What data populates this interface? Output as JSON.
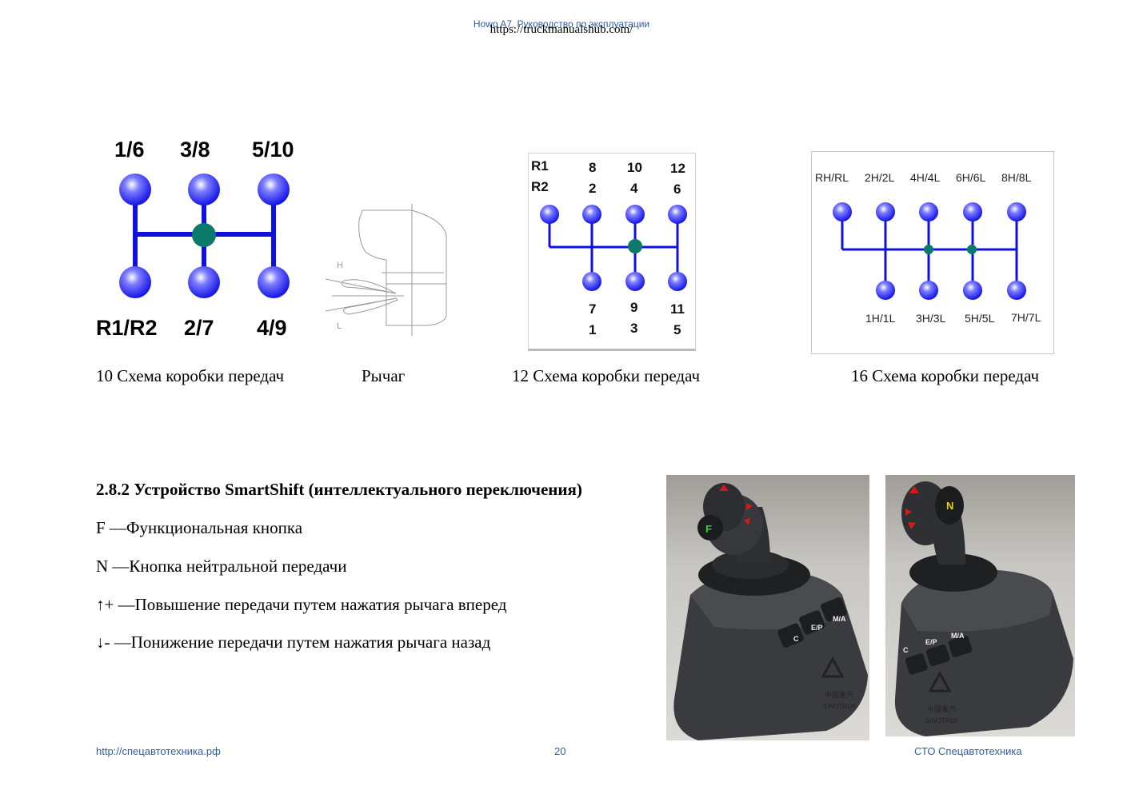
{
  "header": {
    "title": "Howo A7. Руководство по эксплуатации",
    "url": "https://truckmanualshub.com/"
  },
  "diagram10": {
    "top_labels": [
      "1/6",
      "3/8",
      "5/10"
    ],
    "bottom_labels": [
      "R1/R2",
      "2/7",
      "4/9"
    ]
  },
  "lever": {
    "h_label": "H",
    "l_label": "L"
  },
  "diagram12": {
    "r_labels": [
      "R1",
      "R2"
    ],
    "top_pairs": [
      [
        "8",
        "2"
      ],
      [
        "10",
        "4"
      ],
      [
        "12",
        "6"
      ]
    ],
    "bottom_pairs": [
      [
        "7",
        "1"
      ],
      [
        "9",
        "3"
      ],
      [
        "11",
        "5"
      ]
    ]
  },
  "diagram16": {
    "top_labels": [
      "RH/RL",
      "2H/2L",
      "4H/4L",
      "6H/6L",
      "8H/8L"
    ],
    "bottom_labels": [
      "1H/1L",
      "3H/3L",
      "5H/5L",
      "7H/7L"
    ]
  },
  "captions": {
    "c10": "10 Схема коробки передач",
    "lever": "Рычаг",
    "c12": "12 Схема коробки передач",
    "c16": "16 Схема коробки передач"
  },
  "section": {
    "heading": "2.8.2 Устройство SmartShift (интеллектуального переключения)",
    "lines": [
      "F —Функциональная кнопка",
      "N —Кнопка нейтральной передачи",
      "↑+ —Повышение передачи путем нажатия рычага вперед",
      "↓- —Понижение передачи путем нажатия рычага назад"
    ]
  },
  "photos": {
    "left": {
      "f_label": "F",
      "buttons": [
        "C",
        "E/P",
        "M/A"
      ],
      "brand": "SINOTRUK",
      "brand_cn": "中国重汽"
    },
    "right": {
      "n_label": "N",
      "buttons": [
        "C",
        "E/P",
        "M/A"
      ],
      "brand": "SINOTRUK",
      "brand_cn": "中国重汽"
    }
  },
  "footer": {
    "left": "http://спецавтотехника.рф",
    "page": "20",
    "right": "СТО Спецавтотехника"
  },
  "colors": {
    "link": "#2d5ea8",
    "shift_line": "#1010e0",
    "knob": "#2a2af0",
    "neutral": "#0b7a6c"
  }
}
